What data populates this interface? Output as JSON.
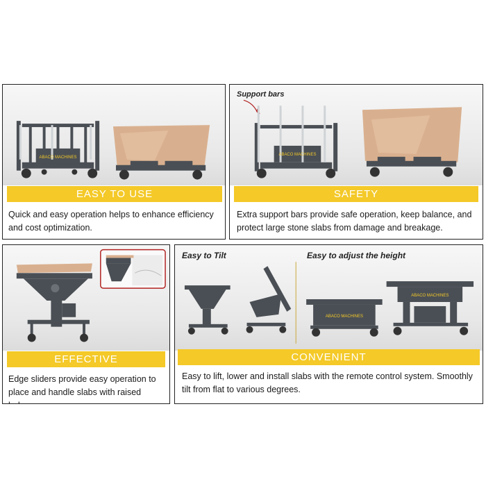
{
  "panels": [
    {
      "title": "EASY TO USE",
      "description": "Quick and easy operation helps to enhance efficiency and cost optimization.",
      "brand_plate": "ABACO MACHINES"
    },
    {
      "title": "SAFETY",
      "description": "Extra support bars provide safe operation, keep balance, and protect large stone slabs from damage and breakage.",
      "callout": "Support bars",
      "brand_plate": "ABACO MACHINES"
    },
    {
      "title": "EFFECTIVE",
      "description": "Edge sliders provide easy operation to place and handle slabs with raised ledges."
    },
    {
      "title": "CONVENIENT",
      "description": "Easy to lift, lower and install slabs with the remote control system. Smoothly tilt from flat to various degrees.",
      "label_left": "Easy to Tilt",
      "label_right": "Easy to adjust the height",
      "brand_plate": "ABACO MACHINES"
    }
  ],
  "colors": {
    "accent_bar": "#f4c928",
    "frame_steel": "#4a4f55",
    "slab_marble": "#d9b08f",
    "inset_border": "#b22222"
  }
}
